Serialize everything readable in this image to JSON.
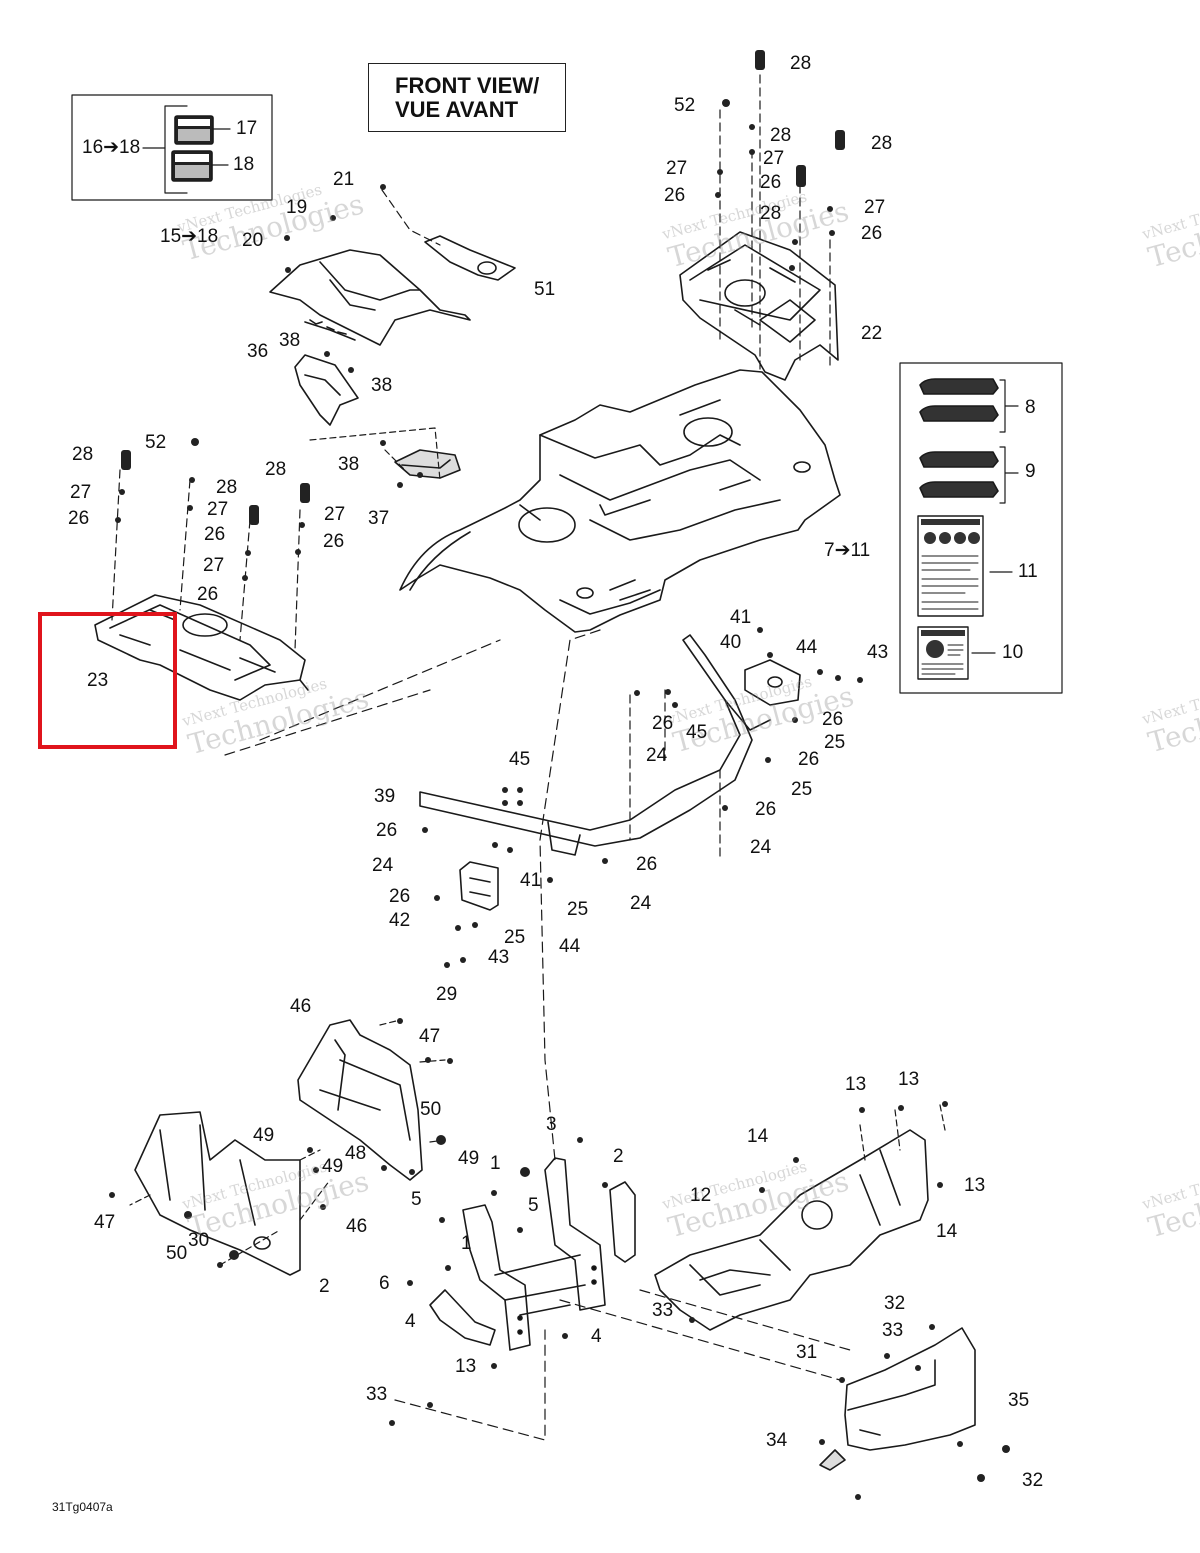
{
  "title": {
    "line1": "FRONT VIEW/",
    "line2": "VUE AVANT"
  },
  "drawing_id": "31Tg0407a",
  "watermark": {
    "line1": "vNext Technologies",
    "line2": "Technologies"
  },
  "highlight_color": "#e0141c",
  "callouts": [
    "28",
    "52",
    "28",
    "27",
    "26",
    "28",
    "26",
    "27",
    "28",
    "27",
    "26",
    "22",
    "21",
    "19",
    "15➔18",
    "20",
    "51",
    "16➔18",
    "17",
    "18",
    "36",
    "38",
    "38",
    "38",
    "37",
    "28",
    "52",
    "28",
    "27",
    "27",
    "28",
    "26",
    "26",
    "27",
    "27",
    "26",
    "26",
    "23",
    "8",
    "9",
    "7➔11",
    "11",
    "10",
    "41",
    "40",
    "44",
    "43",
    "26",
    "45",
    "26",
    "25",
    "24",
    "26",
    "25",
    "26",
    "45",
    "39",
    "24",
    "26",
    "24",
    "41",
    "26",
    "24",
    "26",
    "25",
    "42",
    "25",
    "44",
    "43",
    "29",
    "46",
    "47",
    "50",
    "49",
    "49",
    "48",
    "49",
    "46",
    "47",
    "50",
    "30",
    "2",
    "3",
    "1",
    "2",
    "5",
    "5",
    "1",
    "6",
    "4",
    "4",
    "13",
    "13",
    "13",
    "14",
    "13",
    "12",
    "14",
    "33",
    "32",
    "33",
    "31",
    "35",
    "33",
    "34",
    "32"
  ]
}
